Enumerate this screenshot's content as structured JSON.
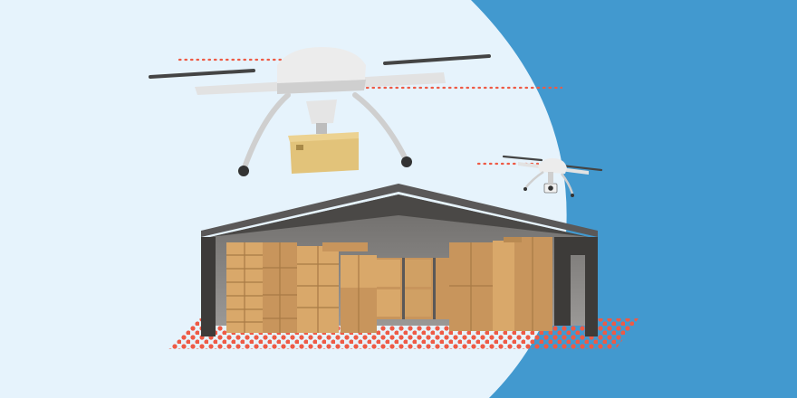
{
  "colors": {
    "background_light": "#e6f3fc",
    "background_blue": "#4299cf",
    "warehouse_roof": "#5a5858",
    "warehouse_wall": "#3d3b39",
    "warehouse_interior": "#8f8f8f",
    "box_light": "#d9a86a",
    "box_dark": "#b98a52",
    "drone_body": "#e8e8e8",
    "drone_arm": "#5a5a5a",
    "package": "#e2c37a",
    "dots": "#ee5a45"
  },
  "scene": {
    "subjects": [
      "large-drone-with-package",
      "small-drone-with-camera",
      "open-warehouse-with-boxes"
    ]
  }
}
